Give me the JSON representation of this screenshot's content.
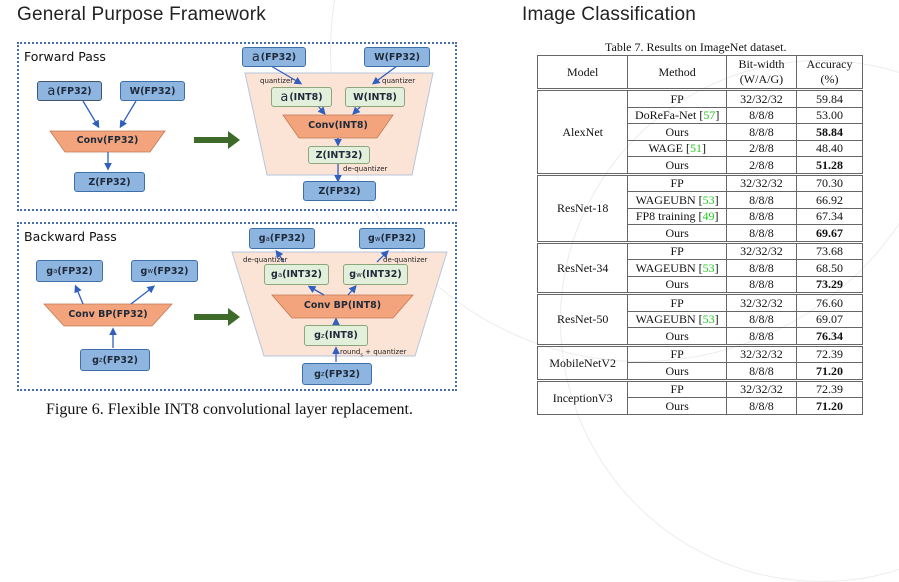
{
  "left": {
    "title": "General Purpose Framework",
    "forward": {
      "label": "Forward Pass",
      "original": {
        "a": {
          "sym": "a",
          "type": "(FP32)"
        },
        "w": {
          "sym": "W",
          "type": "(FP32)"
        },
        "conv": "Conv(FP32)",
        "z": {
          "sym": "Z",
          "type": "(FP32)"
        }
      },
      "int8": {
        "a_in": {
          "sym": "a",
          "type": "(FP32)"
        },
        "w_in": {
          "sym": "W",
          "type": "(FP32)"
        },
        "a_q": {
          "sym": "a",
          "type": "(INT8)"
        },
        "w_q": {
          "sym": "W",
          "type": "(INT8)"
        },
        "conv": "Conv(INT8)",
        "z_int": {
          "sym": "Z",
          "type": "(INT32)"
        },
        "z_out": {
          "sym": "Z",
          "type": "(FP32)"
        },
        "note_quant_left": "quantizer",
        "note_quant_right": "quantizer",
        "note_dequant": "de-quantizer"
      }
    },
    "backward": {
      "label": "Backward Pass",
      "original": {
        "ga": {
          "sym": "g",
          "sub": "a",
          "type": "(FP32)"
        },
        "gw": {
          "sym": "g",
          "sub": "w",
          "type": "(FP32)"
        },
        "conv": "Conv BP(FP32)",
        "gz": {
          "sym": "g",
          "sub": "z",
          "type": "(FP32)"
        }
      },
      "int8": {
        "ga_out": {
          "sym": "g",
          "sub": "a",
          "type": "(FP32)"
        },
        "gw_out": {
          "sym": "g",
          "sub": "w",
          "type": "(FP32)"
        },
        "ga_int": {
          "sym": "g",
          "sub": "a",
          "type": "(INT32)"
        },
        "gw_int": {
          "sym": "g",
          "sub": "w",
          "type": "(INT32)"
        },
        "conv": "Conv BP(INT8)",
        "gz_q": {
          "sym": "g",
          "sub": "z",
          "type": "(INT8)"
        },
        "gz_in": {
          "sym": "g",
          "sub": "z",
          "type": "(FP32)"
        },
        "note_dequant_left": "de-quantizer",
        "note_dequant_right": "de-quantizer",
        "note_round": "round",
        "note_round_sub": "s",
        "note_round_rest": " + quantizer"
      }
    },
    "caption": "Figure 6. Flexible INT8 convolutional layer replacement."
  },
  "right": {
    "title": "Image Classification",
    "table_caption": "Table 7. Results on ImageNet dataset.",
    "headers": {
      "model": "Model",
      "method": "Method",
      "bitwidth_1": "Bit-width",
      "bitwidth_2": "(W/A/G)",
      "accuracy_1": "Accuracy",
      "accuracy_2": "(%)"
    },
    "groups": [
      {
        "model": "AlexNet",
        "rows": [
          {
            "method": "FP",
            "cite": "",
            "bits": "32/32/32",
            "acc": "59.84",
            "bold": false
          },
          {
            "method": "DoReFa-Net ",
            "cite": "57",
            "bits": "8/8/8",
            "acc": "53.00",
            "bold": false
          },
          {
            "method": "Ours",
            "cite": "",
            "bits": "8/8/8",
            "acc": "58.84",
            "bold": true
          },
          {
            "method": "WAGE ",
            "cite": "51",
            "bits": "2/8/8",
            "acc": "48.40",
            "bold": false
          },
          {
            "method": "Ours",
            "cite": "",
            "bits": "2/8/8",
            "acc": "51.28",
            "bold": true
          }
        ]
      },
      {
        "model": "ResNet-18",
        "rows": [
          {
            "method": "FP",
            "cite": "",
            "bits": "32/32/32",
            "acc": "70.30",
            "bold": false
          },
          {
            "method": "WAGEUBN ",
            "cite": "53",
            "bits": "8/8/8",
            "acc": "66.92",
            "bold": false
          },
          {
            "method": "FP8 training ",
            "cite": "49",
            "bits": "8/8/8",
            "acc": "67.34",
            "bold": false
          },
          {
            "method": "Ours",
            "cite": "",
            "bits": "8/8/8",
            "acc": "69.67",
            "bold": true
          }
        ]
      },
      {
        "model": "ResNet-34",
        "rows": [
          {
            "method": "FP",
            "cite": "",
            "bits": "32/32/32",
            "acc": "73.68",
            "bold": false
          },
          {
            "method": "WAGEUBN ",
            "cite": "53",
            "bits": "8/8/8",
            "acc": "68.50",
            "bold": false
          },
          {
            "method": "Ours",
            "cite": "",
            "bits": "8/8/8",
            "acc": "73.29",
            "bold": true
          }
        ]
      },
      {
        "model": "ResNet-50",
        "rows": [
          {
            "method": "FP",
            "cite": "",
            "bits": "32/32/32",
            "acc": "76.60",
            "bold": false
          },
          {
            "method": "WAGEUBN ",
            "cite": "53",
            "bits": "8/8/8",
            "acc": "69.07",
            "bold": false
          },
          {
            "method": "Ours",
            "cite": "",
            "bits": "8/8/8",
            "acc": "76.34",
            "bold": true
          }
        ]
      },
      {
        "model": "MobileNetV2",
        "rows": [
          {
            "method": "FP",
            "cite": "",
            "bits": "32/32/32",
            "acc": "72.39",
            "bold": false
          },
          {
            "method": "Ours",
            "cite": "",
            "bits": "8/8/8",
            "acc": "71.20",
            "bold": true
          }
        ]
      },
      {
        "model": "InceptionV3",
        "rows": [
          {
            "method": "FP",
            "cite": "",
            "bits": "32/32/32",
            "acc": "72.39",
            "bold": false
          },
          {
            "method": "Ours",
            "cite": "",
            "bits": "8/8/8",
            "acc": "71.20",
            "bold": true
          }
        ]
      }
    ]
  },
  "colors": {
    "fp32_box": "#8db5e0",
    "int_box": "#e2efda",
    "conv": "#f4a47c",
    "quant_region": "#fbe3d6",
    "arrow": "#2f5fbf",
    "big_arrow": "#3e6b2a",
    "citation": "#22cc22",
    "panel_border": "#4a6fa5"
  }
}
